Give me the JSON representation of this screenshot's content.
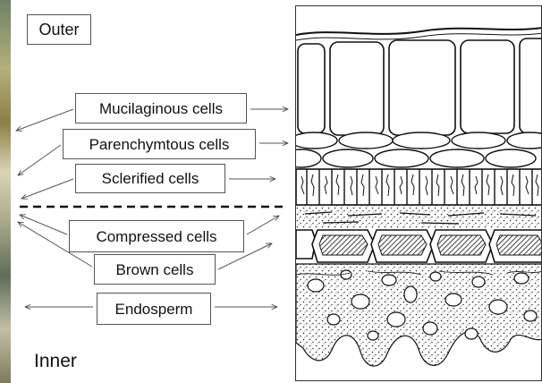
{
  "outer_label": "Outer",
  "inner_label": "Inner",
  "labels": {
    "mucilaginous": "Mucilaginous cells",
    "parenchymatous": "Parenchymtous cells",
    "sclerified": "Sclerified cells",
    "compressed": "Compressed cells",
    "brown": "Brown cells",
    "endosperm": "Endosperm"
  }
}
